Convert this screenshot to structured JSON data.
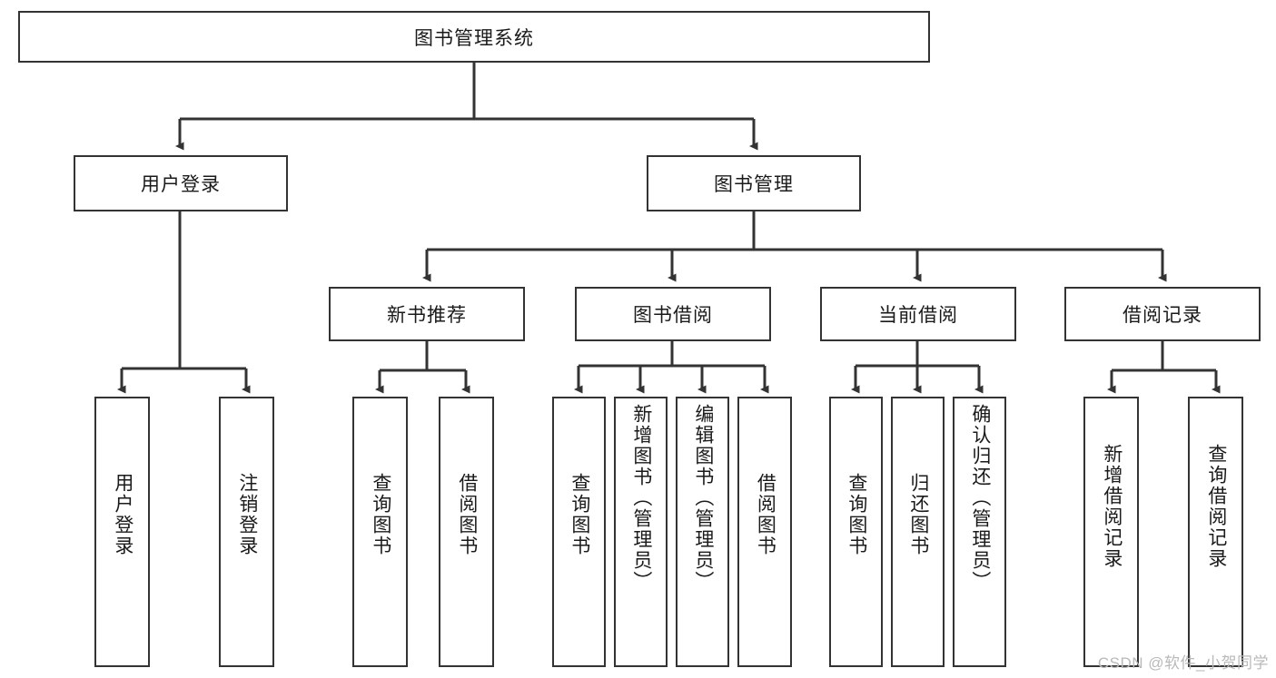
{
  "diagram": {
    "title": "图书管理系统",
    "root": {
      "label": "图书管理系统"
    },
    "level2": [
      {
        "label": "用户登录"
      },
      {
        "label": "图书管理"
      }
    ],
    "level3": [
      {
        "label": "新书推荐"
      },
      {
        "label": "图书借阅"
      },
      {
        "label": "当前借阅"
      },
      {
        "label": "借阅记录"
      }
    ],
    "leaves": {
      "user_login": [
        {
          "label": "用户登录"
        },
        {
          "label": "注销登录"
        }
      ],
      "new_book_recommend": [
        {
          "label": "查询图书"
        },
        {
          "label": "借阅图书"
        }
      ],
      "book_borrow": [
        {
          "label": "查询图书"
        },
        {
          "label": "新增图书（管理员）"
        },
        {
          "label": "编辑图书（管理员）"
        },
        {
          "label": "借阅图书"
        }
      ],
      "current_borrow": [
        {
          "label": "查询图书"
        },
        {
          "label": "归还图书"
        },
        {
          "label": "确认归还（管理员）"
        }
      ],
      "borrow_record": [
        {
          "label": "新增借阅记录"
        },
        {
          "label": "查询借阅记录"
        }
      ]
    }
  },
  "watermark": {
    "text": "CSDN @软件_小贺同学"
  },
  "colors": {
    "stroke": "#333333",
    "fill": "#ffffff",
    "text": "#1a1a1a",
    "watermark": "#b9b9b9"
  }
}
